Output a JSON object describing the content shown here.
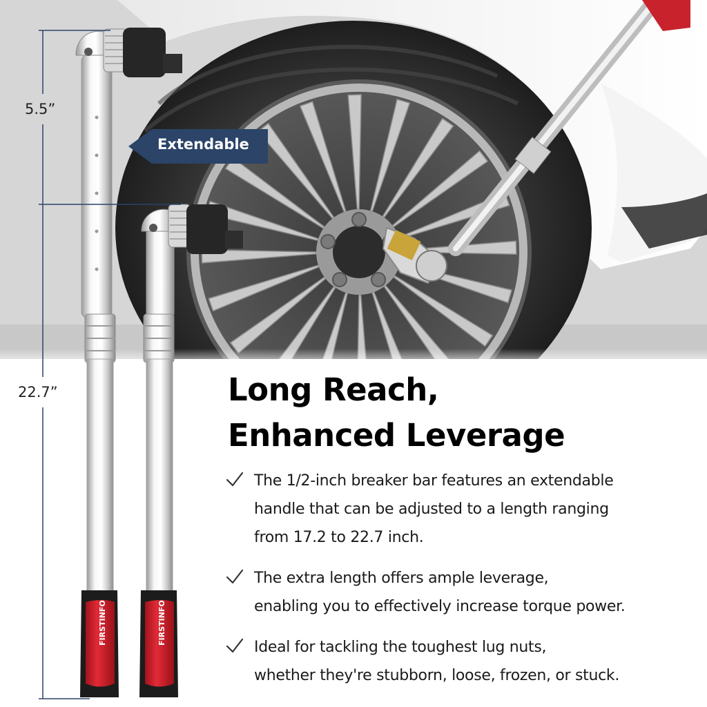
{
  "dimensions": {
    "short_label": "5.5”",
    "long_label": "22.7”"
  },
  "badge": {
    "label": "Extendable",
    "color": "#2b4468"
  },
  "tool_brand": "FIRSTINFO",
  "headline": {
    "line1": "Long Reach,",
    "line2": "Enhanced Leverage"
  },
  "bullets": [
    {
      "lines": [
        "The 1/2-inch breaker bar features an extendable",
        "handle that can be adjusted to a length ranging",
        "from 17.2 to 22.7 inch."
      ]
    },
    {
      "lines": [
        "The extra length offers ample leverage,",
        "enabling you to effectively increase torque power."
      ]
    },
    {
      "lines": [
        "Ideal for tackling the toughest lug nuts,",
        "whether they're stubborn, loose, frozen, or stuck."
      ]
    }
  ],
  "colors": {
    "handle_red": "#d8232f",
    "handle_black": "#1c1c1c",
    "dimension_line": "#2b4468",
    "check": "#333333"
  },
  "icons": {
    "check": "check-icon"
  }
}
